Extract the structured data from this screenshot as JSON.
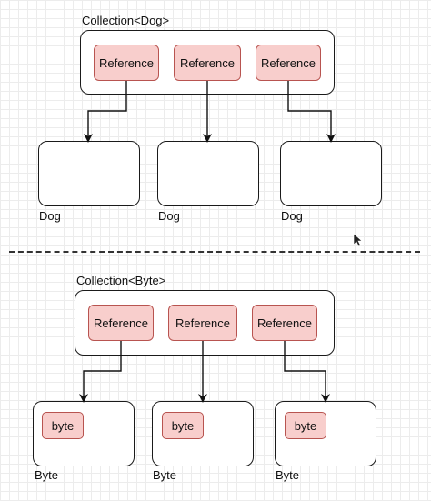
{
  "top_diagram": {
    "collection_label": "Collection<Dog>",
    "references": [
      "Reference",
      "Reference",
      "Reference"
    ],
    "targets": [
      {
        "label": "Dog"
      },
      {
        "label": "Dog"
      },
      {
        "label": "Dog"
      }
    ]
  },
  "bottom_diagram": {
    "collection_label": "Collection<Byte>",
    "references": [
      "Reference",
      "Reference",
      "Reference"
    ],
    "targets": [
      {
        "label": "Byte",
        "inner": "byte"
      },
      {
        "label": "Byte",
        "inner": "byte"
      },
      {
        "label": "Byte",
        "inner": "byte"
      }
    ]
  },
  "colors": {
    "reference_fill": "#f8cecc",
    "reference_stroke": "#b85450",
    "outline": "#1a1a1a"
  },
  "icons": [
    "mouse-cursor-icon"
  ]
}
